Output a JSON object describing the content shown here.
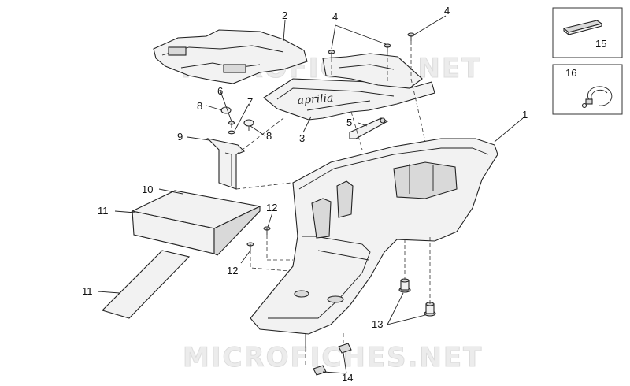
{
  "watermark": {
    "top": "MICROFICHES.NET",
    "bottom": "MICROFICHES.NET"
  },
  "part_labels": {
    "p1": "1",
    "p2": "2",
    "p3": "3",
    "p4a": "4",
    "p4b": "4",
    "p5": "5",
    "p6": "6",
    "p7": "7",
    "p8a": "8",
    "p8b": "8",
    "p9": "9",
    "p10": "10",
    "p11a": "11",
    "p11b": "11",
    "p12a": "12",
    "p12b": "12",
    "p13": "13",
    "p14": "14",
    "p15": "15",
    "p16": "16"
  },
  "brand_text": "aprilia"
}
